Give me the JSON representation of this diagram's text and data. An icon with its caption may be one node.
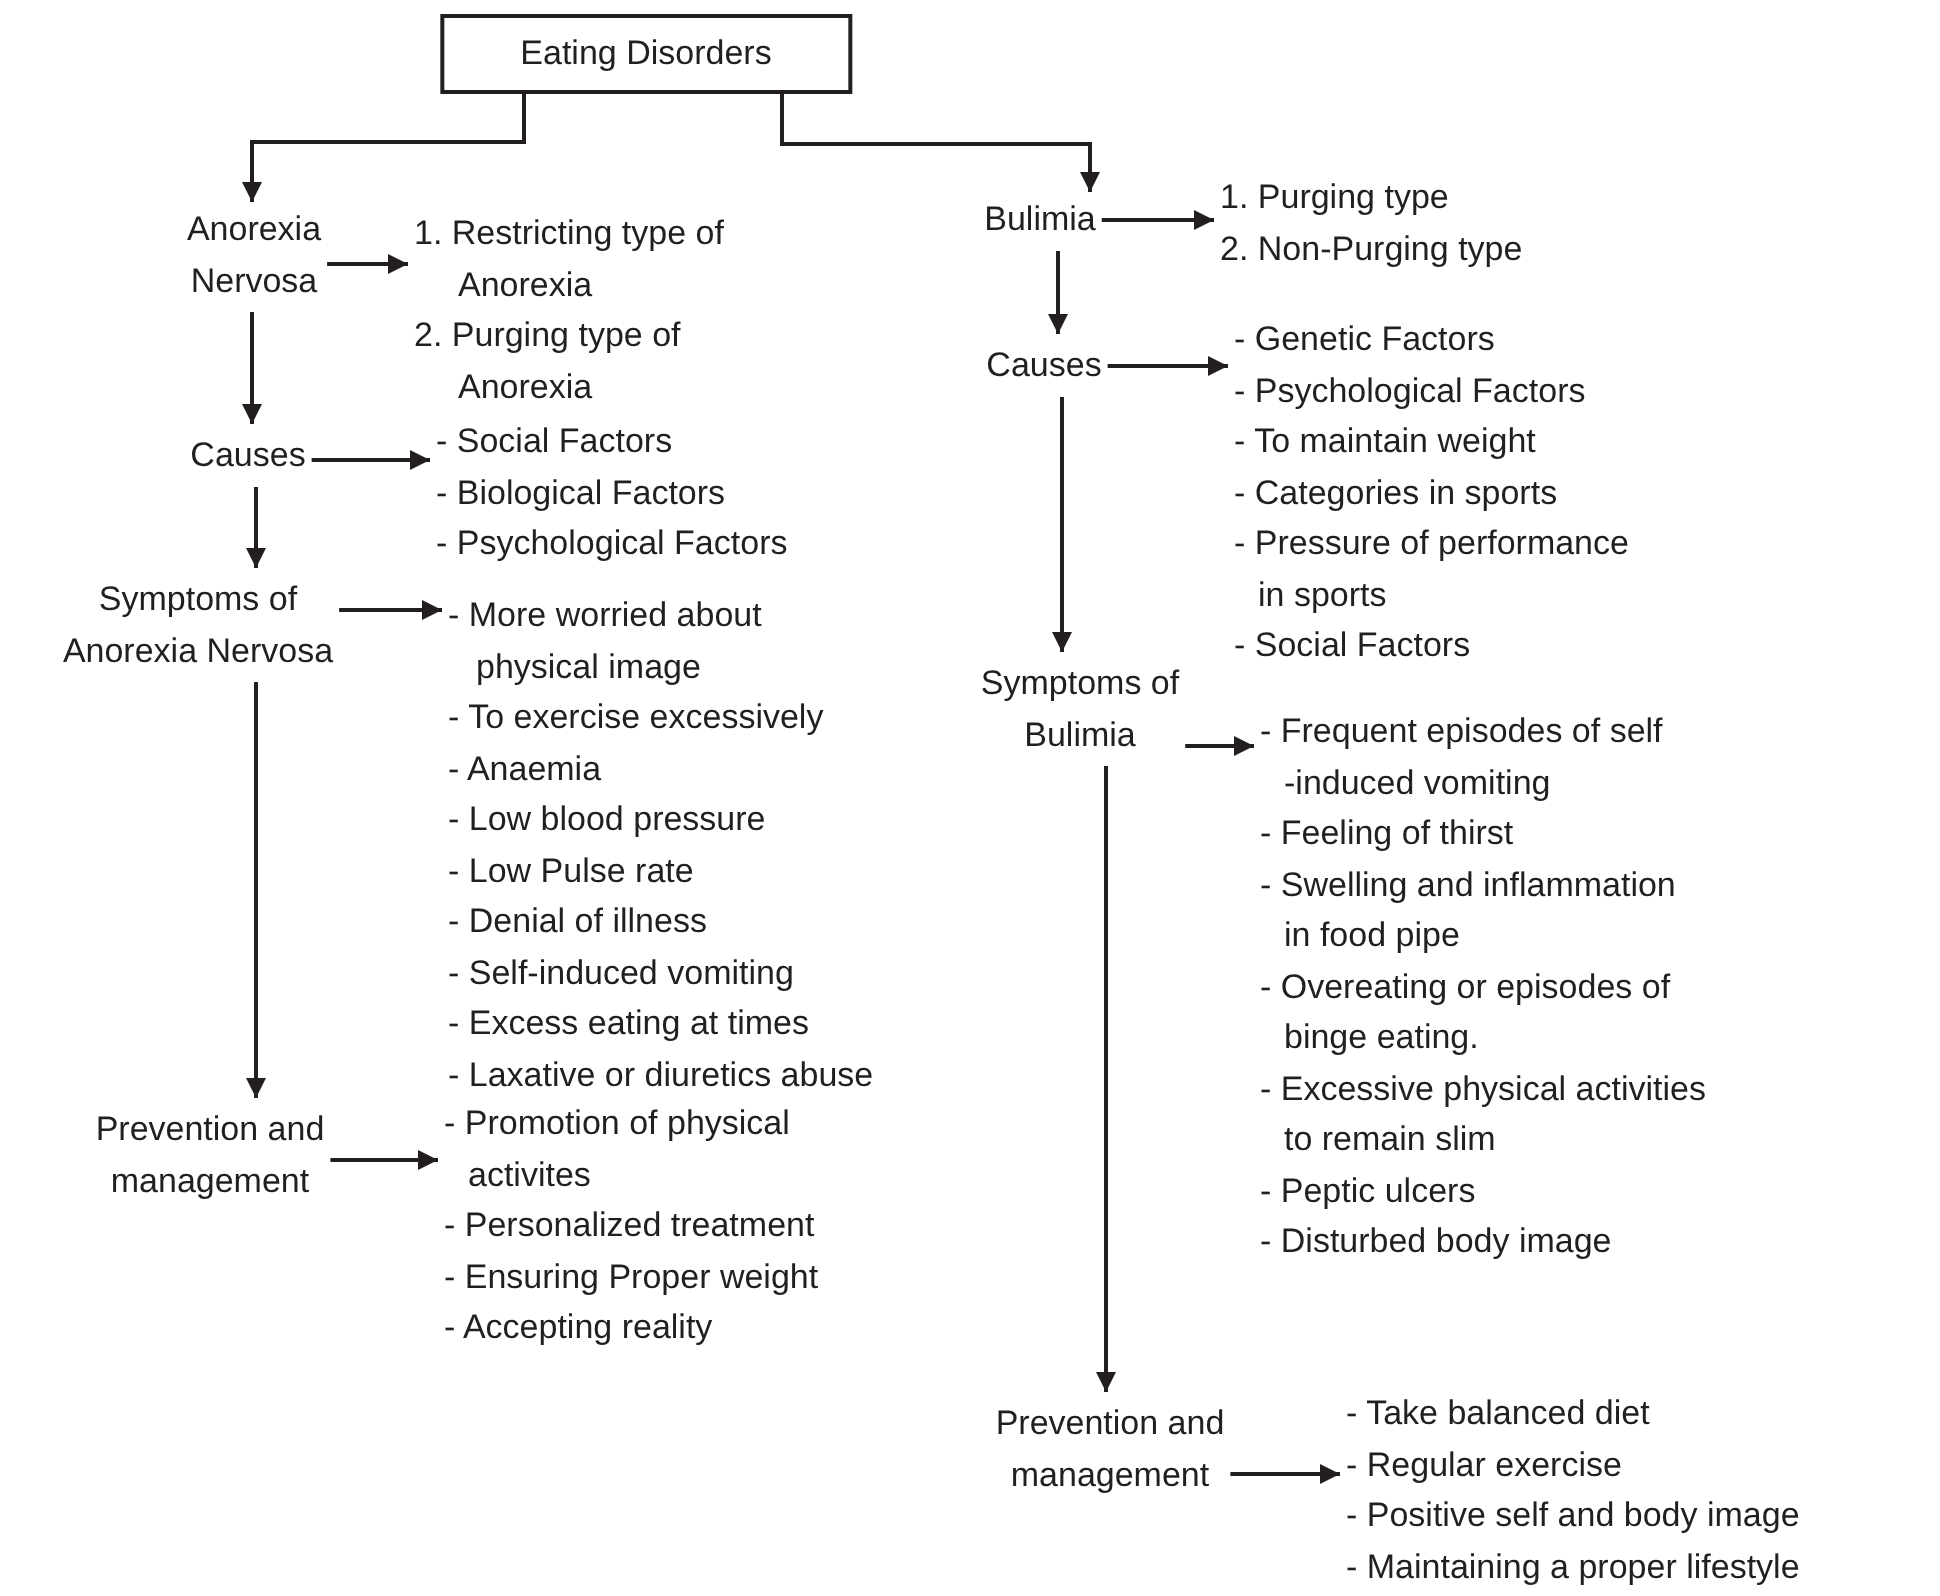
{
  "diagram": {
    "nodes": [
      {
        "text": [
          "Eating Disorders"
        ]
      },
      {
        "text": [
          "Anorexia Nervosa"
        ]
      },
      {
        "text": [
          "1. Restricting type of Anorexia",
          "2. Purging type of Anorexia"
        ]
      },
      {
        "text": [
          "Causes"
        ]
      },
      {
        "text": [
          "- Social Factors",
          "- Biological Factors",
          "- Psychological Factors"
        ]
      },
      {
        "text": [
          "Symptoms of Anorexia Nervosa"
        ]
      },
      {
        "text": [
          "- More worried about physical image",
          "- To exercise excessively",
          "- Anaemia",
          "- Low blood pressure",
          "- Low Pulse rate",
          "- Denial of illness",
          "- Self-induced vomiting",
          "- Excess eating at times",
          "- Laxative or diuretics abuse"
        ]
      },
      {
        "text": [
          "Prevention and management"
        ]
      },
      {
        "text": [
          "- Promotion of physical activites",
          "- Personalized treatment",
          "- Ensuring Proper weight",
          "- Accepting reality"
        ]
      },
      {
        "text": [
          "Bulimia"
        ]
      },
      {
        "text": [
          "1. Purging type",
          "2. Non-Purging type"
        ]
      },
      {
        "text": [
          "Causes"
        ]
      },
      {
        "text": [
          "- Genetic Factors",
          "- Psychological Factors",
          "- To maintain weight",
          "- Categories in sports",
          "- Pressure of performance in sports",
          "- Social Factors"
        ]
      },
      {
        "text": [
          "Symptoms of Bulimia"
        ]
      },
      {
        "text": [
          "- Frequent episodes of self -induced vomiting",
          "- Feeling of thirst",
          "- Swelling and inflammation in food pipe",
          "- Overeating or episodes of binge eating.",
          "- Excessive physical activities to remain slim",
          "- Peptic ulcers",
          "- Disturbed body image"
        ]
      },
      {
        "text": [
          "Prevention and management"
        ]
      },
      {
        "text": [
          "- Take balanced diet",
          "- Regular exercise",
          "- Positive self and body image",
          "- Maintaining a proper lifestyle"
        ]
      }
    ],
    "edges": [
      {
        "from": 0,
        "to": 1,
        "arrow": "to"
      },
      {
        "from": 0,
        "to": 9,
        "arrow": "to"
      },
      {
        "from": 1,
        "to": 2,
        "arrow": "to"
      },
      {
        "from": 1,
        "to": 3,
        "arrow": "to"
      },
      {
        "from": 3,
        "to": 4,
        "arrow": "to"
      },
      {
        "from": 3,
        "to": 5,
        "arrow": "to"
      },
      {
        "from": 5,
        "to": 6,
        "arrow": "to"
      },
      {
        "from": 5,
        "to": 7,
        "arrow": "to"
      },
      {
        "from": 7,
        "to": 8,
        "arrow": "to"
      },
      {
        "from": 9,
        "to": 10,
        "arrow": "to"
      },
      {
        "from": 9,
        "to": 11,
        "arrow": "to"
      },
      {
        "from": 11,
        "to": 12,
        "arrow": "to"
      },
      {
        "from": 11,
        "to": 13,
        "arrow": "to"
      },
      {
        "from": 13,
        "to": 14,
        "arrow": "to"
      },
      {
        "from": 13,
        "to": 15,
        "arrow": "to"
      },
      {
        "from": 15,
        "to": 16,
        "arrow": "to"
      }
    ]
  }
}
